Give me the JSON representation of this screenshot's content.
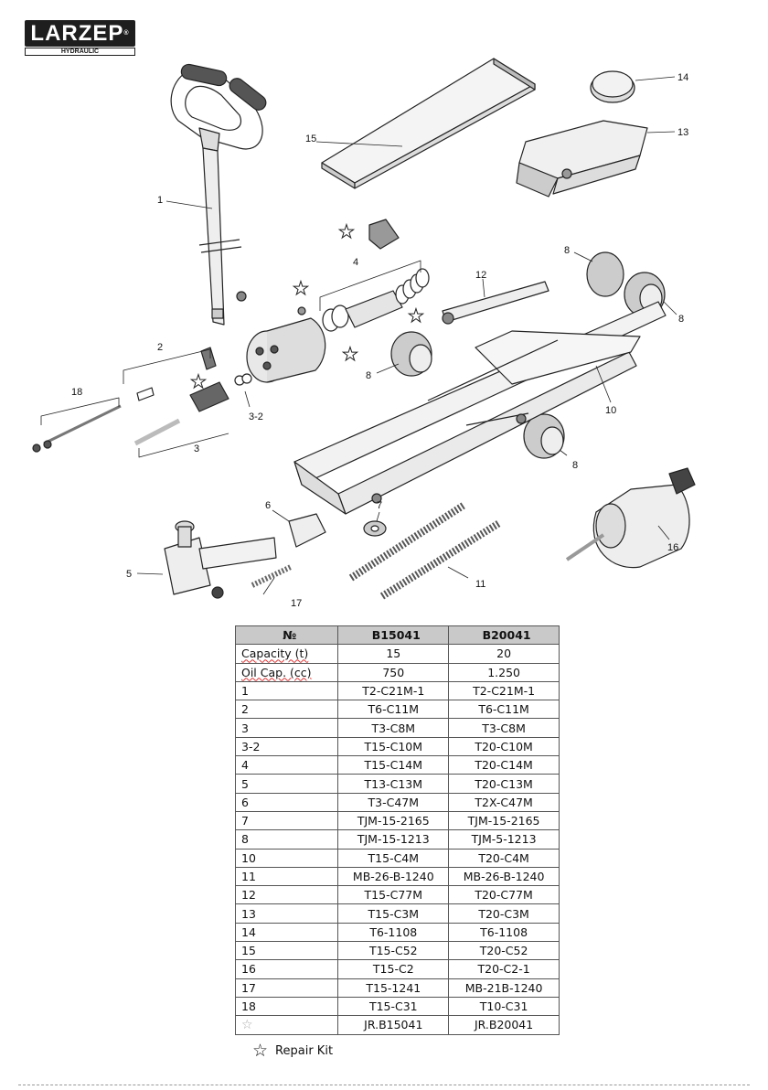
{
  "logo": {
    "brand": "LARZEP",
    "reg_mark": "®",
    "subtitle": "HYDRAULIC"
  },
  "callouts": [
    "1",
    "2",
    "3",
    "3-2",
    "4",
    "5",
    "6",
    "7",
    "8",
    "8",
    "8",
    "8",
    "10",
    "11",
    "12",
    "13",
    "14",
    "15",
    "16",
    "17",
    "18"
  ],
  "table": {
    "headers": [
      "№",
      "B15041",
      "B20041"
    ],
    "rows": [
      {
        "item": "Capacity (t)",
        "b15041": "15",
        "b20041": "20"
      },
      {
        "item": "Oil Cap. (cc)",
        "b15041": "750",
        "b20041": "1.250"
      },
      {
        "item": "1",
        "b15041": "T2-C21M-1",
        "b20041": "T2-C21M-1"
      },
      {
        "item": "2",
        "b15041": "T6-C11M",
        "b20041": "T6-C11M"
      },
      {
        "item": "3",
        "b15041": "T3-C8M",
        "b20041": "T3-C8M"
      },
      {
        "item": "3-2",
        "b15041": "T15-C10M",
        "b20041": "T20-C10M"
      },
      {
        "item": "4",
        "b15041": "T15-C14M",
        "b20041": "T20-C14M"
      },
      {
        "item": "5",
        "b15041": "T13-C13M",
        "b20041": "T20-C13M"
      },
      {
        "item": "6",
        "b15041": "T3-C47M",
        "b20041": "T2X-C47M"
      },
      {
        "item": "7",
        "b15041": "TJM-15-2165",
        "b20041": "TJM-15-2165"
      },
      {
        "item": "8",
        "b15041": "TJM-15-1213",
        "b20041": "TJM-5-1213"
      },
      {
        "item": "10",
        "b15041": "T15-C4M",
        "b20041": "T20-C4M"
      },
      {
        "item": "11",
        "b15041": "MB-26-B-1240",
        "b20041": "MB-26-B-1240"
      },
      {
        "item": "12",
        "b15041": "T15-C77M",
        "b20041": "T20-C77M"
      },
      {
        "item": "13",
        "b15041": "T15-C3M",
        "b20041": "T20-C3M"
      },
      {
        "item": "14",
        "b15041": "T6-1108",
        "b20041": "T6-1108"
      },
      {
        "item": "15",
        "b15041": "T15-C52",
        "b20041": "T20-C52"
      },
      {
        "item": "16",
        "b15041": "T15-C2",
        "b20041": "T20-C2-1"
      },
      {
        "item": "17",
        "b15041": "T15-1241",
        "b20041": "MB-21B-1240"
      },
      {
        "item": "18",
        "b15041": "T15-C31",
        "b20041": "T10-C31"
      },
      {
        "item": "☆",
        "b15041": "JR.B15041",
        "b20041": "JR.B20041"
      }
    ]
  },
  "legend": {
    "symbol": "☆",
    "label": "Repair Kit"
  }
}
